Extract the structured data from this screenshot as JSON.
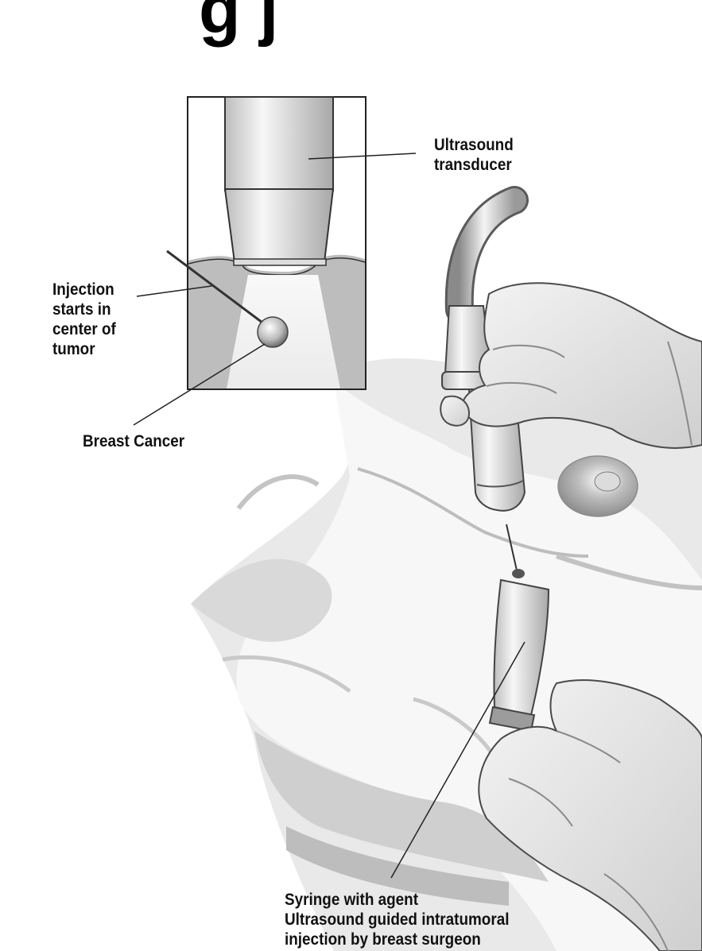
{
  "title_fragment": "g   j",
  "labels": {
    "ultrasound": [
      "Ultrasound",
      "transducer"
    ],
    "injection": [
      "Injection",
      "starts in",
      "center of",
      "tumor"
    ],
    "breast_cancer": "Breast Cancer",
    "syringe": [
      "Syringe with agent",
      "Ultrasound guided intratumoral",
      "injection by breast surgeon"
    ]
  },
  "colors": {
    "ink": "#111111",
    "glove": "#e6e6e6",
    "shadow": "#a9a9a9",
    "tissue": "#d7d7d7"
  }
}
